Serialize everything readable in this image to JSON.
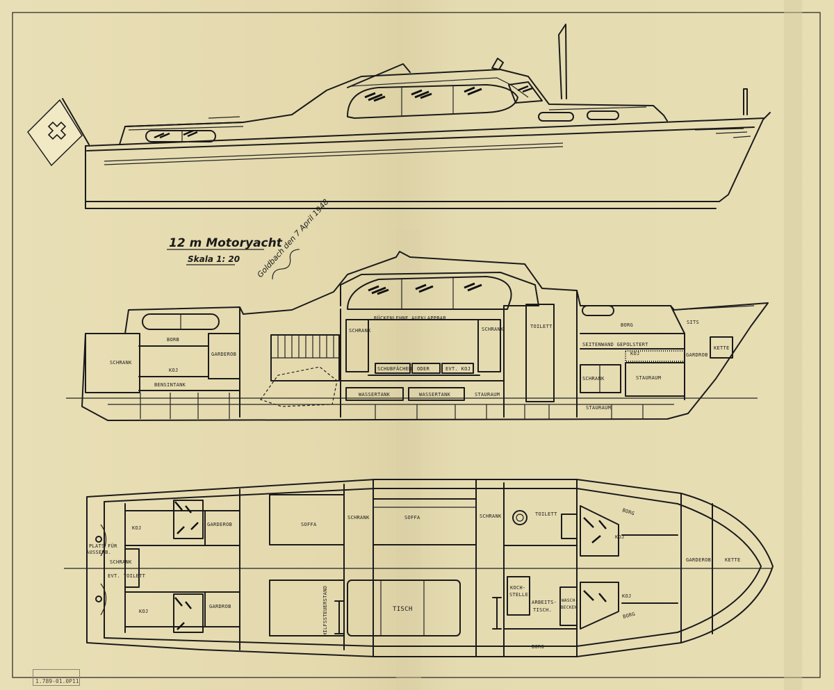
{
  "title": "12 m Motoryacht",
  "scale": "Skala 1: 20",
  "signature": "Goldbach den 7 April 1948",
  "archive_stamp": "1.789-01.0P11",
  "colors": {
    "paper": "#e6dcb3",
    "ink": "#1a1a1a",
    "flag": "#ffffff"
  },
  "section_labels": {
    "schrank_aft": "SCHRANK",
    "borb": "BORB",
    "koj_aft": "KOJ",
    "garderob_aft": "GARDEROB",
    "bensintank": "BENSINTANK",
    "schrank_mid_l": "SCHRANK",
    "ruckenlehne": "RÜCKENLEHNE AUFKLAPPBAR",
    "schrank_mid_r": "SCHRANK",
    "schubfacher": "SCHUBFÄCHER",
    "oder": "ODER",
    "evt_koj": "EVT. KOJ",
    "wassertank_1": "WASSERTANK",
    "wassertank_2": "WASSERTANK",
    "stauraum_mid": "STAURAUM",
    "toilett": "TOILETT",
    "borg_fwd": "BORG",
    "sits": "SITS",
    "seitenwand": "SEITENWAND GEPOLSTERT",
    "koj_fwd": "KOJ",
    "garderob_fwd": "GARDROB",
    "kette": "KETTE",
    "schrank_fwd": "SCHRANK",
    "stauraum_fwd": "STAURAUM",
    "stauraum_bottom": "STAURAUM"
  },
  "plan_labels": {
    "platz_aussen": "PLATS FÜR",
    "aussen_bord": "AUSSENB.",
    "koj_top": "KOJ",
    "garderob_top": "GARDEROB",
    "schrank_aft": "SCHRANK",
    "evt_toilett": "EVT. TOILETT",
    "koj_bottom": "KOJ",
    "garderob_bottom": "GARDROB",
    "soffa_1": "SOFFA",
    "schrank_1": "SCHRANK",
    "soffa_2": "SOFFA",
    "schrank_2": "SCHRANK",
    "toilett": "TOILETT",
    "borg_top": "BORG",
    "koj_fwd_top": "KOJ",
    "garderob_fwd": "GARDEROB",
    "kette": "KETTE",
    "hilfssteuerstand": "HILFSSTEUERSTAND",
    "tisch": "TISCH",
    "kochstelle_1": "KOCH-",
    "kochstelle_2": "STELLE",
    "arbeits_1": "ARBEITS-",
    "arbeits_2": "TISCH.",
    "wasch_1": "WASCH-",
    "wasch_2": "BECKEN",
    "koj_fwd_bottom": "KOJ",
    "borg_bottom_1": "BORG",
    "borg_bottom_2": "BORG"
  }
}
